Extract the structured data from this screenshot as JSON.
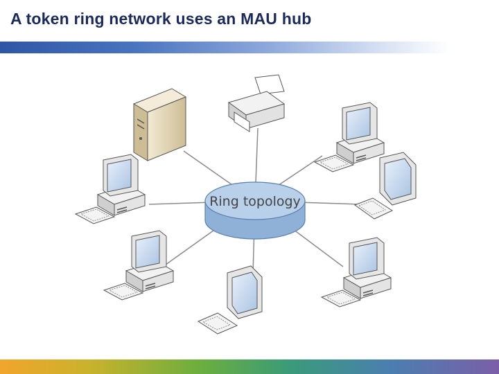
{
  "slide": {
    "title": "A token ring network uses an MAU hub"
  },
  "diagram": {
    "hub_label": "Ring topology",
    "nodes": [
      {
        "kind": "server",
        "icon": "server-tower-icon"
      },
      {
        "kind": "printer",
        "icon": "printer-icon"
      },
      {
        "kind": "workstation",
        "icon": "desktop-computer-icon"
      },
      {
        "kind": "workstation",
        "icon": "desktop-computer-icon"
      },
      {
        "kind": "workstation",
        "icon": "desktop-computer-icon"
      },
      {
        "kind": "workstation",
        "icon": "desktop-computer-icon"
      },
      {
        "kind": "workstation",
        "icon": "desktop-computer-icon"
      },
      {
        "kind": "workstation",
        "icon": "desktop-computer-icon"
      }
    ],
    "colors": {
      "hub_top": "#b9d0ea",
      "hub_side": "#8fb1d8",
      "hub_outline": "#5a7fae",
      "link": "#8a8a8a",
      "title": "#1a2a5c"
    }
  }
}
